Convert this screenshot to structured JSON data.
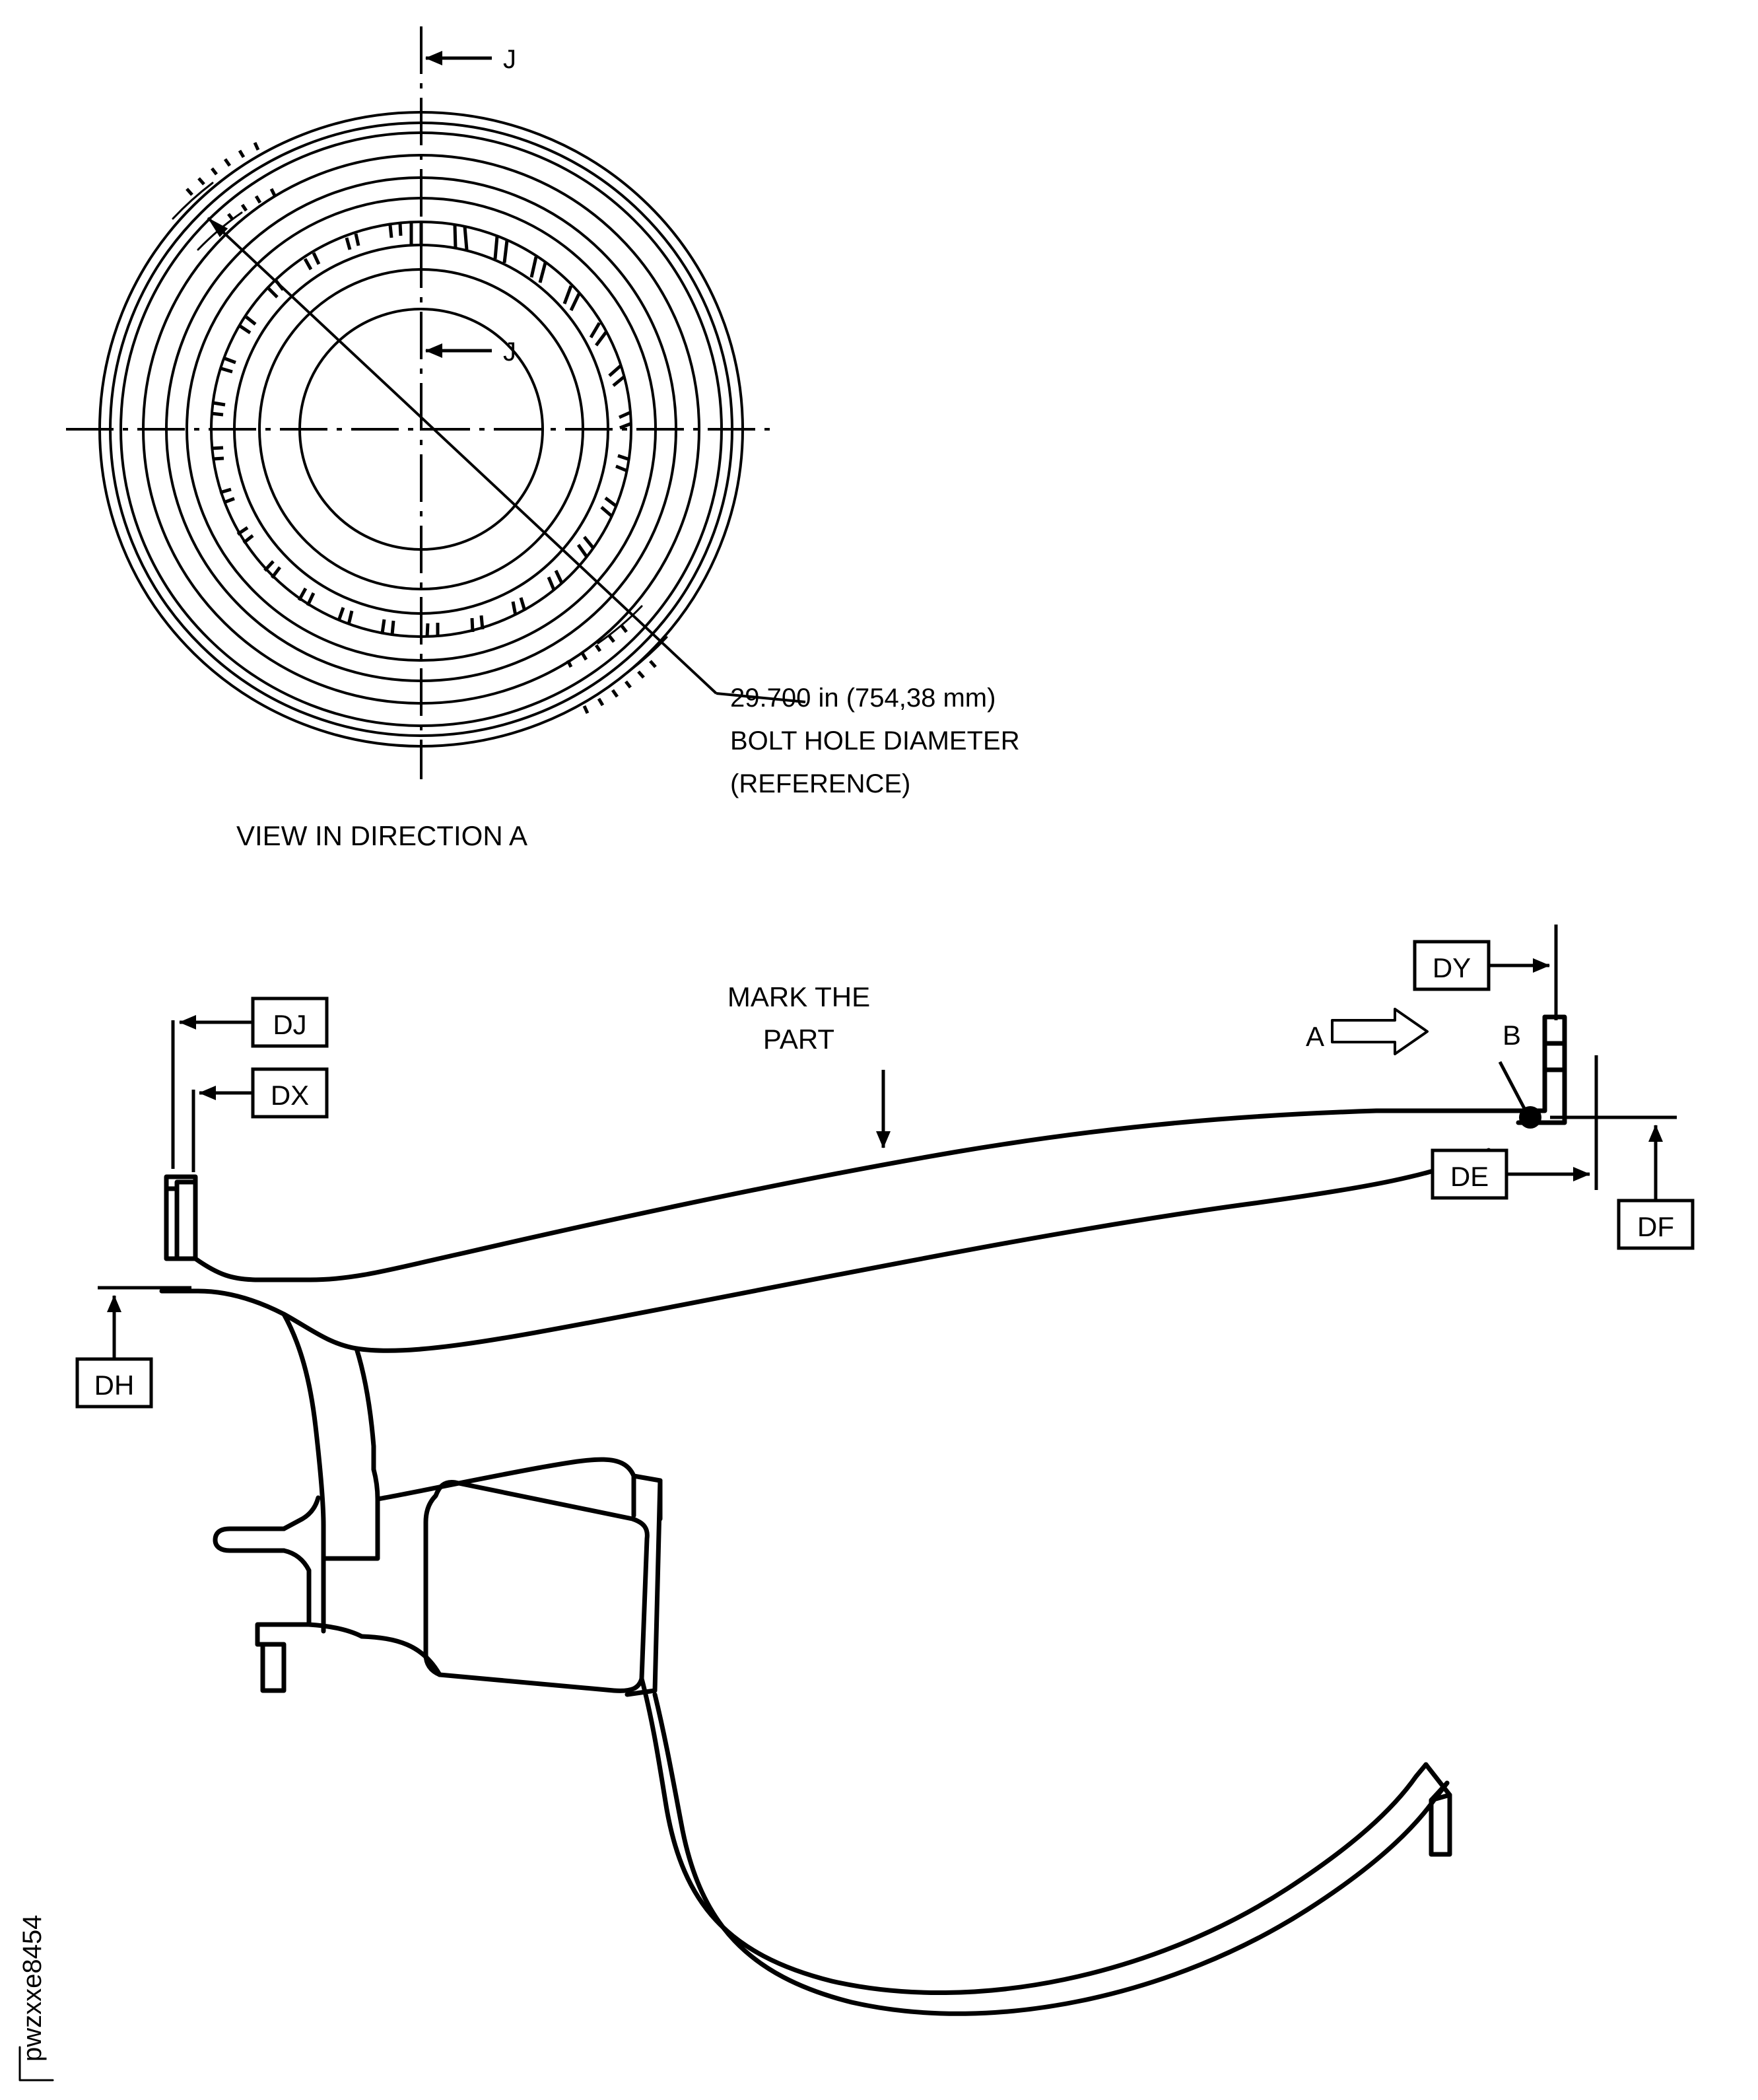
{
  "drawing": {
    "title": "Fan Case / Disk Assembly Engineering Drawing",
    "watermark": "pwzxxe8454",
    "line_color": "#000000",
    "background_color": "#ffffff"
  },
  "front_view": {
    "caption": "VIEW IN DIRECTION A",
    "section_marks": [
      {
        "id": "section-j-top",
        "label": "J"
      },
      {
        "id": "section-j-inner",
        "label": "J"
      }
    ],
    "callout": {
      "lines": [
        "29.700 in (754,38 mm)",
        "BOLT HOLE DIAMETER",
        "(REFERENCE)"
      ],
      "value_in": "29.700",
      "value_mm": "754,38",
      "units_primary": "in",
      "units_secondary": "mm",
      "qualifier": "REFERENCE"
    }
  },
  "section_view": {
    "note": {
      "line1": "MARK THE",
      "line2": "PART"
    },
    "view_direction_label": "A",
    "point_label": "B",
    "datums": [
      {
        "id": "DJ",
        "label": "DJ",
        "side": "left"
      },
      {
        "id": "DX",
        "label": "DX",
        "side": "left"
      },
      {
        "id": "DH",
        "label": "DH",
        "side": "left"
      },
      {
        "id": "DY",
        "label": "DY",
        "side": "right"
      },
      {
        "id": "DE",
        "label": "DE",
        "side": "right"
      },
      {
        "id": "DF",
        "label": "DF",
        "side": "right"
      }
    ]
  }
}
